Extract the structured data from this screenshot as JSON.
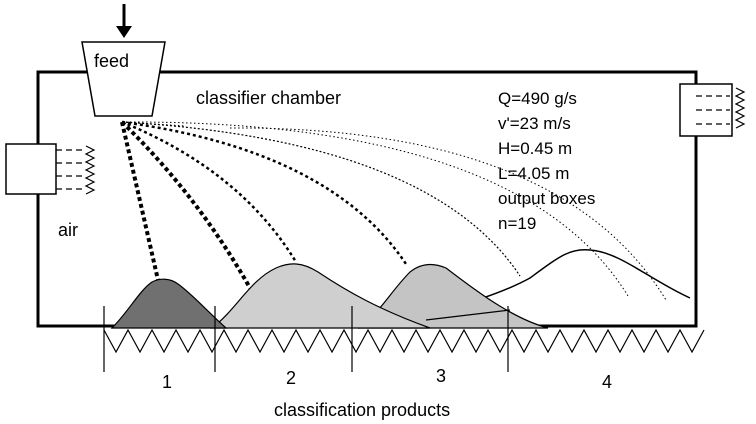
{
  "labels": {
    "feed": "feed",
    "chamber": "classifier  chamber",
    "air": "air",
    "products": "classification products"
  },
  "params": [
    "Q=490 g/s",
    "v'=23 m/s",
    "H=0.45 m",
    "L=4.05 m",
    "output boxes",
    "n=19"
  ],
  "fractions": [
    "1",
    "2",
    "3",
    "4"
  ],
  "colors": {
    "fraction1": "#707070",
    "fraction2": "#cfcfcf",
    "fraction3": "#c4c4c4",
    "fraction4": "#ffffff",
    "stroke": "#000000"
  }
}
